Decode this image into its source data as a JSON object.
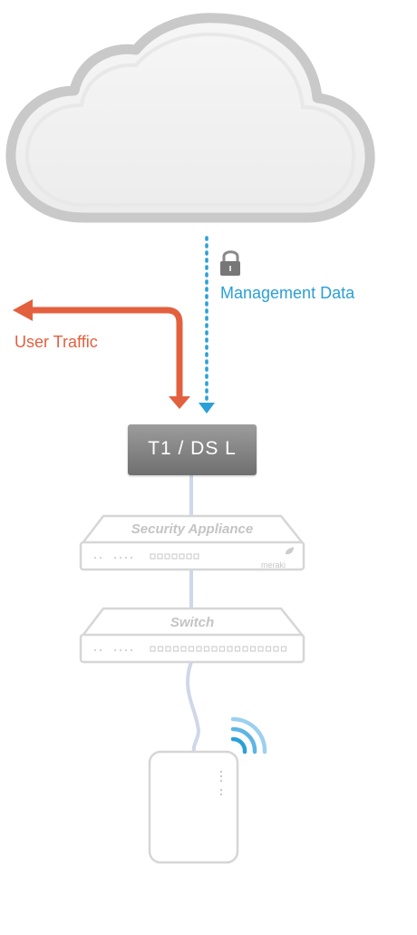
{
  "labels": {
    "management": "Management Data",
    "user_traffic": "User Traffic",
    "uplink": "T1 / DS L",
    "security_appliance": "Security Appliance",
    "switch": "Switch",
    "brand": "meraki"
  },
  "colors": {
    "management": "#2a9fd8",
    "user_traffic": "#e3603f",
    "device_outline": "#d6d6d6",
    "cable": "#cfd7e8"
  },
  "icons": {
    "lock": "lock-icon",
    "wifi": "wifi-signal-icon",
    "cloud": "cloud-icon"
  }
}
